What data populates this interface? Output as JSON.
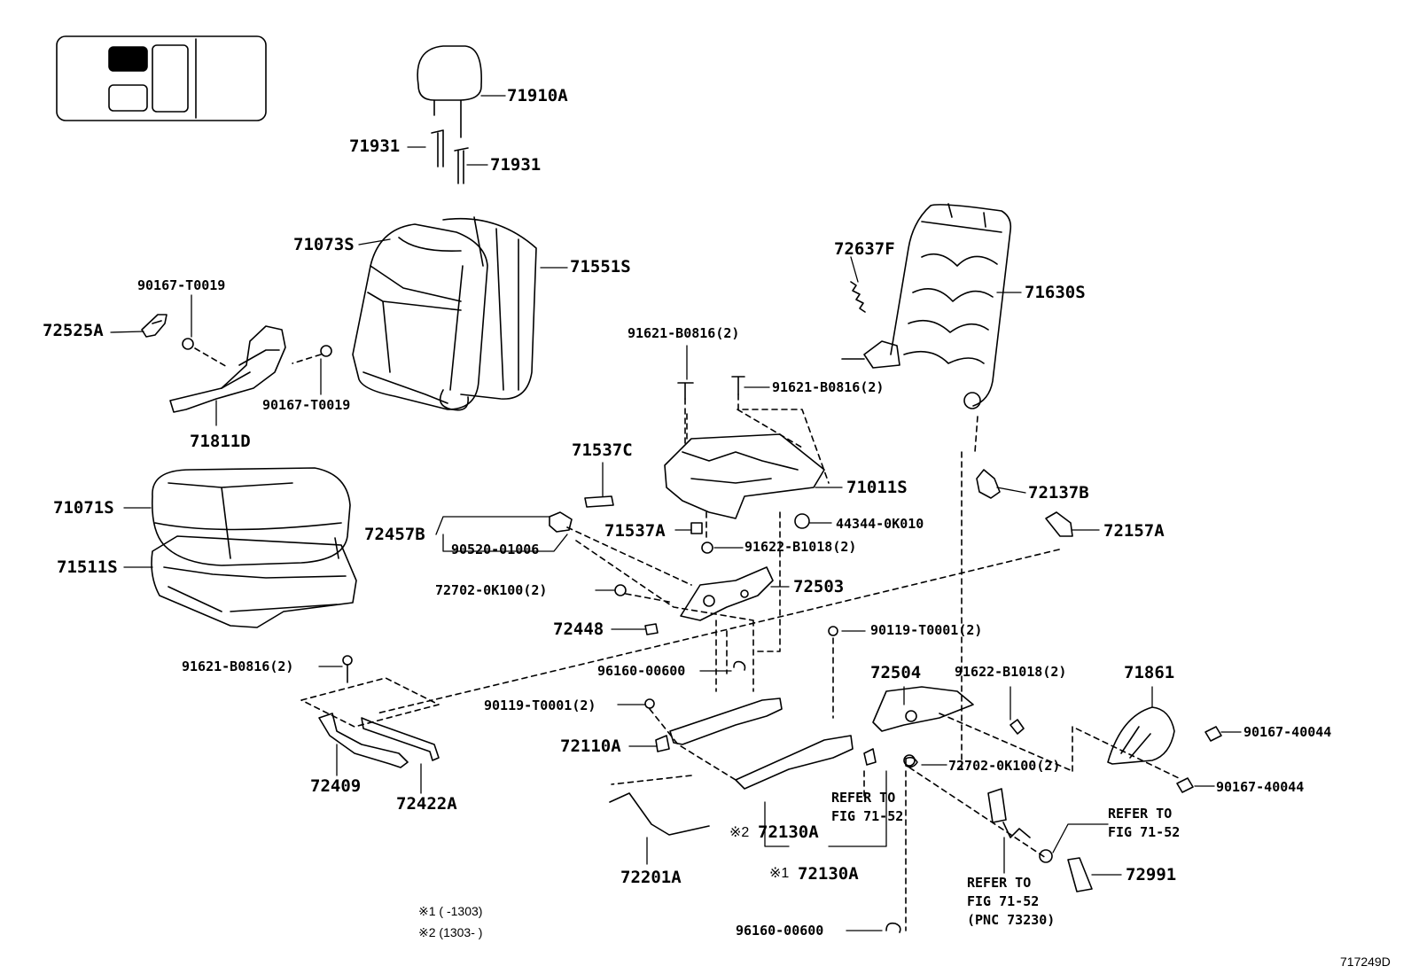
{
  "diagram_id": "717249D",
  "parts": {
    "p71910A": "71910A",
    "p71931a": "71931",
    "p71931b": "71931",
    "p71073S": "71073S",
    "p71551S": "71551S",
    "p90167T0019a": "90167-T0019",
    "p72525A": "72525A",
    "p90167T0019b": "90167-T0019",
    "p71811D": "71811D",
    "p72637F": "72637F",
    "p71630S": "71630S",
    "p91621B0816a": "91621-B0816(2)",
    "p91621B0816b": "91621-B0816(2)",
    "p71537C": "71537C",
    "p71011S": "71011S",
    "p72137B": "72137B",
    "p71071S": "71071S",
    "p72457B": "72457B",
    "p90520": "90520-01006",
    "p71537A": "71537A",
    "p44344": "44344-0K010",
    "p72157A": "72157A",
    "p71511S": "71511S",
    "p91622B1018a": "91622-B1018(2)",
    "p72702a": "72702-0K100(2)",
    "p72503": "72503",
    "p72448": "72448",
    "p90119a": "90119-T0001(2)",
    "p91621B0816c": "91621-B0816(2)",
    "p96160a": "96160-00600",
    "p72504": "72504",
    "p91622B1018b": "91622-B1018(2)",
    "p71861": "71861",
    "p90119b": "90119-T0001(2)",
    "p90167_40044a": "90167-40044",
    "p72110A": "72110A",
    "p72702b": "72702-0K100(2)",
    "p72409": "72409",
    "p72422A": "72422A",
    "p90167_40044b": "90167-40044",
    "p72130A_2": "72130A",
    "p72130A_1": "72130A",
    "p72201A": "72201A",
    "p72991": "72991",
    "p96160b": "96160-00600"
  },
  "mark2": "※2",
  "mark1": "※1",
  "refs": {
    "ref1": "REFER TO\nFIG 71-52",
    "ref2": "REFER TO\nFIG 71-52",
    "ref3": "REFER TO\nFIG 71-52\n(PNC 73230)"
  },
  "notes": {
    "note1": "※1 (      -1303)",
    "note2": "※2 (1303-      )"
  }
}
